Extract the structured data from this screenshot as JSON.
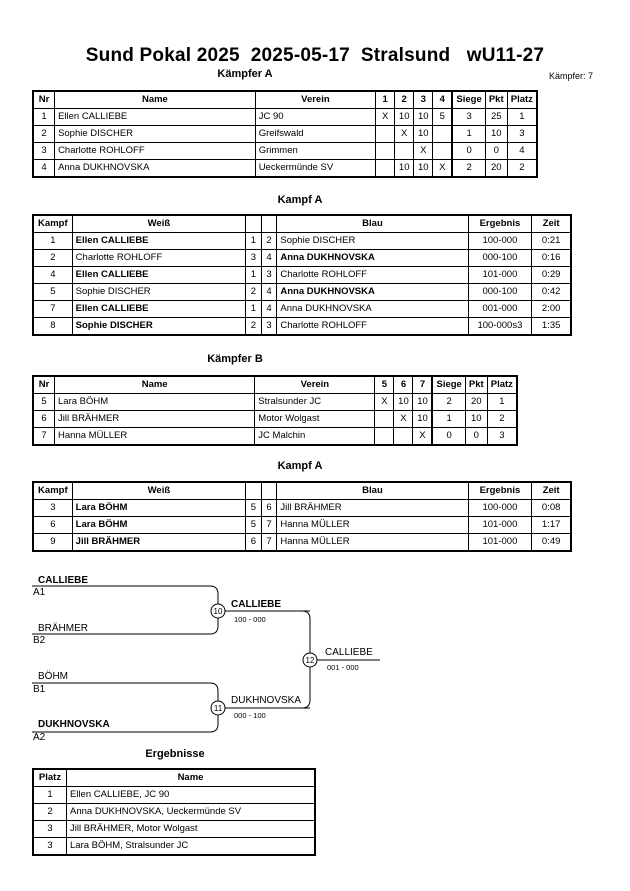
{
  "title": "Sund Pokal 2025  2025-05-17  Stralsund   wU11-27",
  "pool_a": {
    "heading": "Kämpfer A",
    "count": "Kämpfer: 7",
    "headers": [
      "Nr",
      "Name",
      "Verein",
      "1",
      "2",
      "3",
      "4",
      "Siege",
      "Pkt",
      "Platz"
    ],
    "rows": [
      {
        "nr": "1",
        "name": "Ellen CALLIEBE",
        "club": "JC 90",
        "m": [
          "X",
          "10",
          "10",
          "5"
        ],
        "wins": "3",
        "pts": "25",
        "place": "1"
      },
      {
        "nr": "2",
        "name": "Sophie DISCHER",
        "club": "Greifswald",
        "m": [
          "",
          "X",
          "10",
          ""
        ],
        "wins": "1",
        "pts": "10",
        "place": "3"
      },
      {
        "nr": "3",
        "name": "Charlotte ROHLOFF",
        "club": "Grimmen",
        "m": [
          "",
          "",
          "X",
          ""
        ],
        "wins": "0",
        "pts": "0",
        "place": "4"
      },
      {
        "nr": "4",
        "name": "Anna DUKHNOVSKA",
        "club": "Ueckermünde SV",
        "m": [
          "",
          "10",
          "10",
          "X"
        ],
        "wins": "2",
        "pts": "20",
        "place": "2"
      }
    ]
  },
  "fights_a": {
    "heading": "Kampf A",
    "headers": [
      "Kampf",
      "Weiß",
      "Blau",
      "Ergebnis",
      "Zeit"
    ],
    "rows": [
      {
        "no": "1",
        "white": "Ellen CALLIEBE",
        "wb": true,
        "wn": "1",
        "bn": "2",
        "blue": "Sophie DISCHER",
        "bb": false,
        "res": "100-000",
        "time": "0:21"
      },
      {
        "no": "2",
        "white": "Charlotte ROHLOFF",
        "wb": false,
        "wn": "3",
        "bn": "4",
        "blue": "Anna DUKHNOVSKA",
        "bb": true,
        "res": "000-100",
        "time": "0:16"
      },
      {
        "no": "4",
        "white": "Ellen CALLIEBE",
        "wb": true,
        "wn": "1",
        "bn": "3",
        "blue": "Charlotte ROHLOFF",
        "bb": false,
        "res": "101-000",
        "time": "0:29"
      },
      {
        "no": "5",
        "white": "Sophie DISCHER",
        "wb": false,
        "wn": "2",
        "bn": "4",
        "blue": "Anna DUKHNOVSKA",
        "bb": true,
        "res": "000-100",
        "time": "0:42"
      },
      {
        "no": "7",
        "white": "Ellen CALLIEBE",
        "wb": true,
        "wn": "1",
        "bn": "4",
        "blue": "Anna DUKHNOVSKA",
        "bb": false,
        "res": "001-000",
        "time": "2:00"
      },
      {
        "no": "8",
        "white": "Sophie DISCHER",
        "wb": true,
        "wn": "2",
        "bn": "3",
        "blue": "Charlotte ROHLOFF",
        "bb": false,
        "res": "100-000s3",
        "time": "1:35"
      }
    ]
  },
  "pool_b": {
    "heading": "Kämpfer B",
    "headers": [
      "Nr",
      "Name",
      "Verein",
      "5",
      "6",
      "7",
      "Siege",
      "Pkt",
      "Platz"
    ],
    "rows": [
      {
        "nr": "5",
        "name": "Lara BÖHM",
        "club": "Stralsunder JC",
        "m": [
          "X",
          "10",
          "10"
        ],
        "wins": "2",
        "pts": "20",
        "place": "1"
      },
      {
        "nr": "6",
        "name": "Jill BRÄHMER",
        "club": "Motor Wolgast",
        "m": [
          "",
          "X",
          "10"
        ],
        "wins": "1",
        "pts": "10",
        "place": "2"
      },
      {
        "nr": "7",
        "name": "Hanna MÜLLER",
        "club": "JC Malchin",
        "m": [
          "",
          "",
          "X"
        ],
        "wins": "0",
        "pts": "0",
        "place": "3"
      }
    ]
  },
  "fights_b": {
    "heading": "Kampf A",
    "headers": [
      "Kampf",
      "Weiß",
      "Blau",
      "Ergebnis",
      "Zeit"
    ],
    "rows": [
      {
        "no": "3",
        "white": "Lara BÖHM",
        "wb": true,
        "wn": "5",
        "bn": "6",
        "blue": "Jill BRÄHMER",
        "bb": false,
        "res": "100-000",
        "time": "0:08"
      },
      {
        "no": "6",
        "white": "Lara BÖHM",
        "wb": true,
        "wn": "5",
        "bn": "7",
        "blue": "Hanna MÜLLER",
        "bb": false,
        "res": "101-000",
        "time": "1:17"
      },
      {
        "no": "9",
        "white": "Jill BRÄHMER",
        "wb": true,
        "wn": "6",
        "bn": "7",
        "blue": "Hanna MÜLLER",
        "bb": false,
        "res": "101-000",
        "time": "0:49"
      }
    ]
  },
  "bracket": {
    "p1": "CALLIEBE",
    "p1_seed": "A1",
    "p2": "BRÄHMER",
    "p2_seed": "B2",
    "p3": "BÖHM",
    "p3_seed": "B1",
    "p4": "DUKHNOVSKA",
    "p4_seed": "A2",
    "m10": "10",
    "m10_winner": "CALLIEBE",
    "m10_score": "100 - 000",
    "m11": "11",
    "m11_winner": "DUKHNOVSKA",
    "m11_score": "000 - 100",
    "m12": "12",
    "m12_winner": "CALLIEBE",
    "m12_score": "001 - 000"
  },
  "results": {
    "heading": "Ergebnisse",
    "headers": [
      "Platz",
      "Name"
    ],
    "rows": [
      {
        "place": "1",
        "name": "Ellen CALLIEBE, JC 90"
      },
      {
        "place": "2",
        "name": "Anna DUKHNOVSKA, Ueckermünde SV"
      },
      {
        "place": "3",
        "name": "Jill BRÄHMER, Motor Wolgast"
      },
      {
        "place": "3",
        "name": "Lara BÖHM, Stralsunder JC"
      }
    ]
  }
}
